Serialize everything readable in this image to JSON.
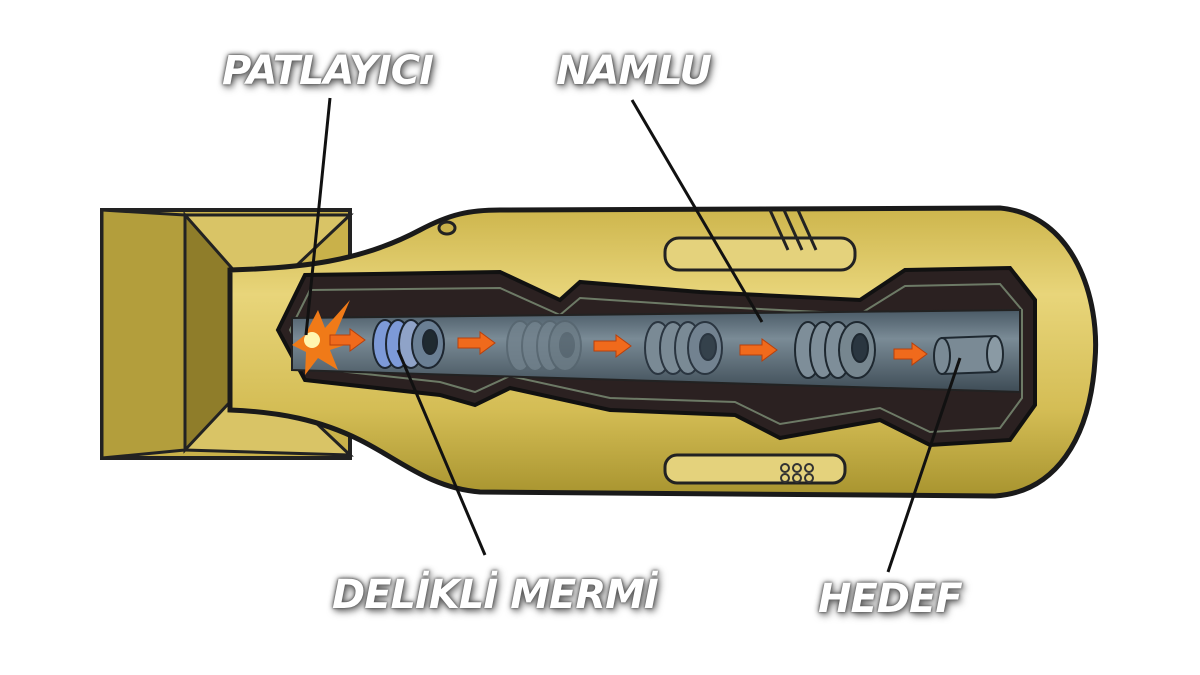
{
  "labels": {
    "explosive": "PATLAYICI",
    "barrel": "NAMLU",
    "projectile": "DELİKLİ MERMİ",
    "target": "HEDEF"
  },
  "colors": {
    "casing": "#d8c25a",
    "casing_dark": "#9c8a2c",
    "cavity": "#2a2020",
    "barrel": "#5b6c78",
    "arrow": "#f0601a",
    "projectile_active": "#7d9ad8"
  }
}
